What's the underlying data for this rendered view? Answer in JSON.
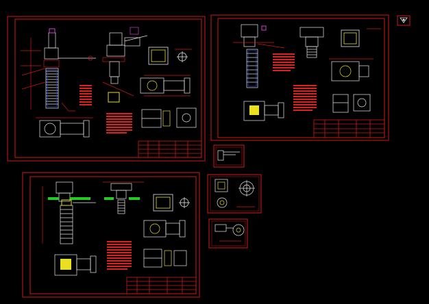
{
  "drawing": {
    "background": "#000000",
    "colors": {
      "border": "#d01818",
      "line": "#e8e8e8",
      "text_block": "#e02020",
      "green": "#22cc22",
      "yellow": "#e8e020",
      "magenta": "#d040d0",
      "cyan": "#20c8e8",
      "blue": "#3050e0"
    },
    "sheets": [
      {
        "id": "sheet-a",
        "variant": "full"
      },
      {
        "id": "sheet-b",
        "variant": "compact"
      },
      {
        "id": "sheet-c",
        "variant": "green"
      }
    ],
    "small_sheets": [
      {
        "id": "detail-a",
        "kind": "profile"
      },
      {
        "id": "detail-b",
        "kind": "circles"
      },
      {
        "id": "detail-c",
        "kind": "gear"
      }
    ],
    "corner_icon": "valve-symbol-icon"
  }
}
